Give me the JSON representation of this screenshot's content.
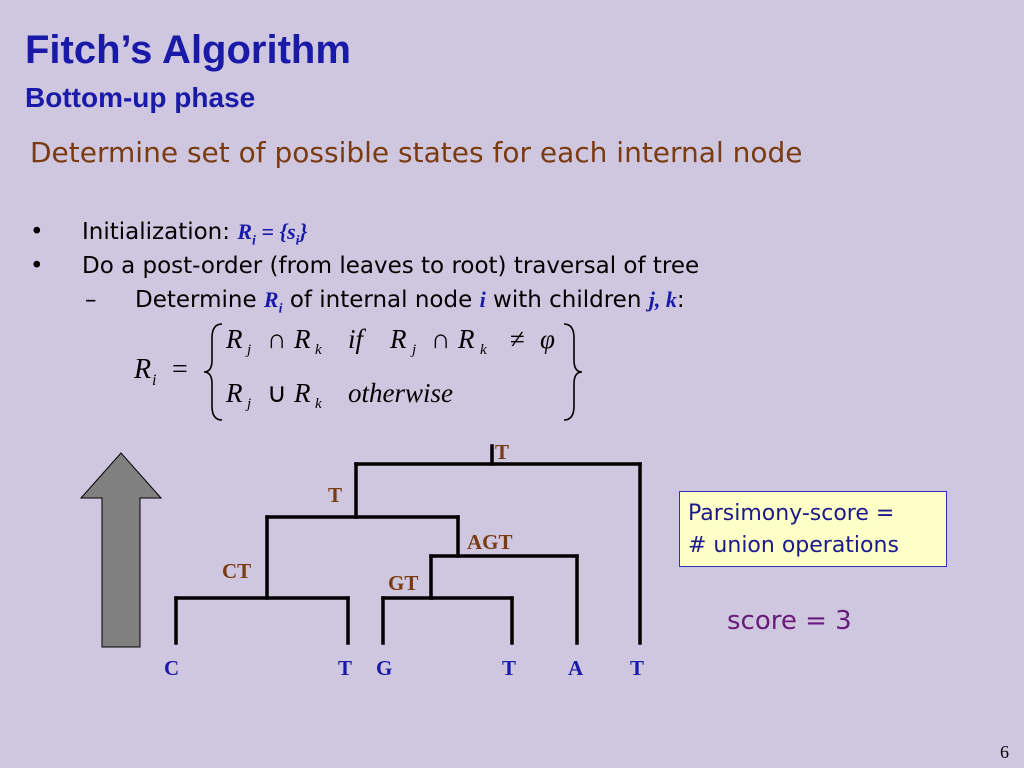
{
  "slide": {
    "title": "Fitch’s Algorithm",
    "subtitle": "Bottom-up phase",
    "heading": "Determine set of possible states for each internal node",
    "bullets": [
      {
        "marker": "•",
        "text": "Initialization:",
        "math": "Ri = {si}"
      },
      {
        "marker": "•",
        "text": "Do a post-order (from leaves to root) traversal of tree"
      },
      {
        "marker": "–",
        "text_a": "Determine",
        "math_a": "Ri",
        "text_b": "of internal node",
        "math_b": "i",
        "text_c": "with children",
        "math_c": "j, k",
        "text_d": ":"
      }
    ],
    "formula": {
      "lhs": "Ri =",
      "case1": "Rj ∩ Rk  if  Rj ∩ Rk ≠ φ",
      "case2": "Rj ∪ Rk  otherwise"
    },
    "tree": {
      "leaves": [
        "C",
        "T",
        "G",
        "T",
        "A",
        "T"
      ],
      "internal_labels": {
        "root": "T",
        "n1": "T",
        "n2": "CT",
        "n3": "AGT",
        "n4": "GT"
      }
    },
    "score_box": {
      "line1": "Parsimony-score =",
      "line2": "# union operations"
    },
    "score": "score = 3",
    "page_number": "6",
    "colors": {
      "background": "#cfc6e0",
      "title": "#1a1aa8",
      "heading": "#7a3b10",
      "box_fill": "#ffffc8",
      "score": "#6a1a7a",
      "tree_label": "#7a3b10",
      "leaf_label": "#1a1aa8"
    }
  }
}
